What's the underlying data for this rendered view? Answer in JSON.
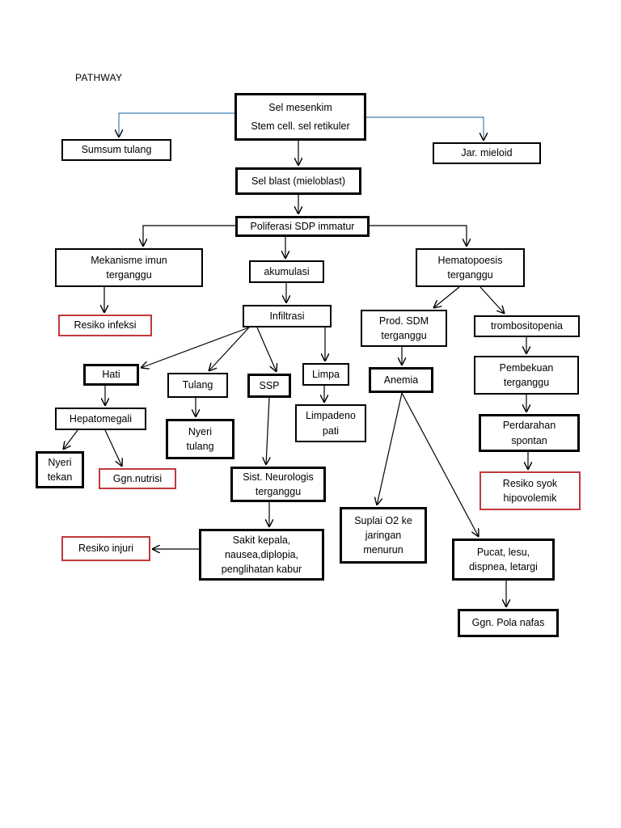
{
  "title": "PATHWAY",
  "colors": {
    "line": "#000000",
    "connector_blue": "#3a7fb5",
    "risk_border": "#c0393b"
  },
  "nodes": {
    "sel_mesenkim": [
      "Sel mesenkim",
      "Stem cell. sel retikuler"
    ],
    "sumsum_tulang": [
      "Sumsum tulang"
    ],
    "jar_mieloid": [
      "Jar. mieloid"
    ],
    "sel_blast": [
      "Sel blast (mieloblast)"
    ],
    "poliferasi": [
      "Poliferasi SDP immatur"
    ],
    "mekanisme_imun": [
      "Mekanisme imun",
      "terganggu"
    ],
    "akumulasi": [
      "akumulasi"
    ],
    "hematopoesis": [
      "Hematopoesis",
      "terganggu"
    ],
    "resiko_infeksi": [
      "Resiko infeksi"
    ],
    "infiltrasi": [
      "Infiltrasi"
    ],
    "prod_sdm": [
      "Prod. SDM",
      "terganggu"
    ],
    "trombositopenia": [
      "trombositopenia"
    ],
    "hati": [
      "Hati"
    ],
    "tulang": [
      "Tulang"
    ],
    "ssp": [
      "SSP"
    ],
    "limpa": [
      "Limpa"
    ],
    "anemia": [
      "Anemia"
    ],
    "pembekuan": [
      "Pembekuan",
      "terganggu"
    ],
    "hepatomegali": [
      "Hepatomegali"
    ],
    "nyeri_tulang": [
      "Nyeri",
      "tulang"
    ],
    "limpadenopati": [
      "Limpadeno",
      "pati"
    ],
    "perdarahan": [
      "Perdarahan",
      "spontan"
    ],
    "nyeri_tekan": [
      "Nyeri",
      "tekan"
    ],
    "ggn_nutrisi": [
      "Ggn.nutrisi"
    ],
    "sist_neurologis": [
      "Sist. Neurologis",
      "terganggu"
    ],
    "resiko_syok": [
      "Resiko syok",
      "hipovolemik"
    ],
    "suplai_o2": [
      "Suplai O2 ke",
      "jaringan",
      "menurun"
    ],
    "resiko_injuri": [
      "Resiko injuri"
    ],
    "sakit_kepala": [
      "Sakit kepala,",
      "nausea,diplopia,",
      "penglihatan kabur"
    ],
    "pucat": [
      "Pucat, lesu,",
      "dispnea, letargi"
    ],
    "ggn_pola_nafas": [
      "Ggn. Pola nafas"
    ]
  }
}
